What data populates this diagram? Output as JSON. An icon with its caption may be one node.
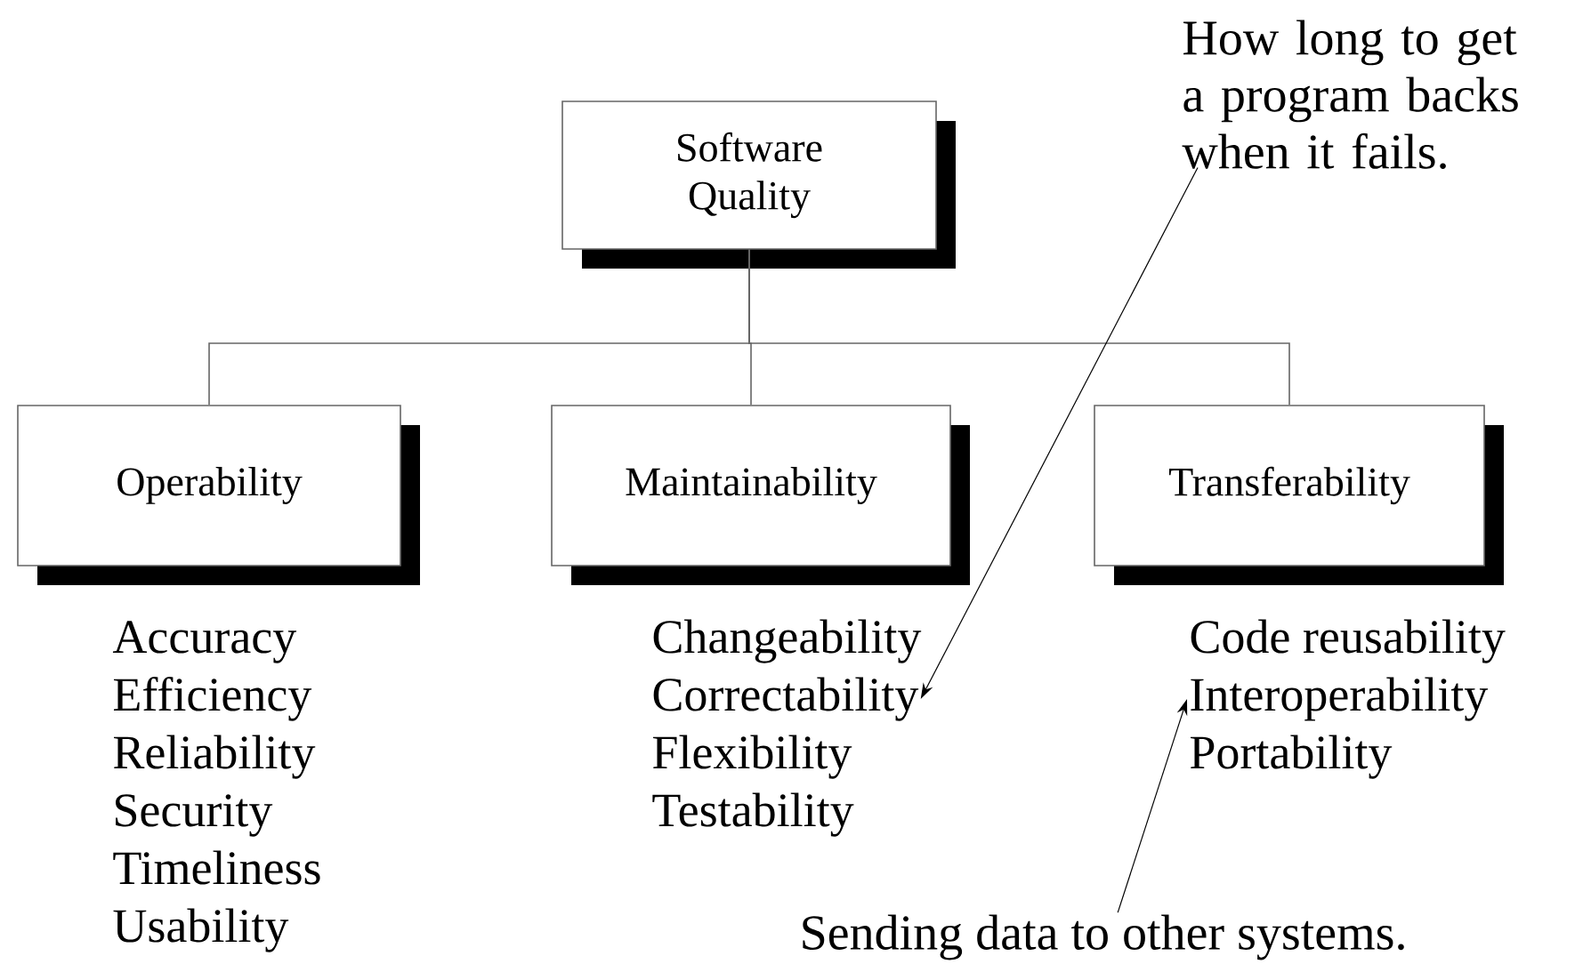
{
  "diagram": {
    "nodes": [
      {
        "text": [
          "Software Quality"
        ]
      },
      {
        "text": [
          "Operability"
        ]
      },
      {
        "text": [
          "Maintainability"
        ]
      },
      {
        "text": [
          "Transferability"
        ]
      },
      {
        "text": [
          "Accuracy"
        ]
      },
      {
        "text": [
          "Efficiency"
        ]
      },
      {
        "text": [
          "Reliability"
        ]
      },
      {
        "text": [
          "Security"
        ]
      },
      {
        "text": [
          "Timeliness"
        ]
      },
      {
        "text": [
          "Usability"
        ]
      },
      {
        "text": [
          "Changeability"
        ]
      },
      {
        "text": [
          "Correctability"
        ]
      },
      {
        "text": [
          "Flexibility"
        ]
      },
      {
        "text": [
          "Testability"
        ]
      },
      {
        "text": [
          "Code reusability"
        ]
      },
      {
        "text": [
          "Interoperability"
        ]
      },
      {
        "text": [
          "Portability"
        ]
      },
      {
        "text": [
          "How long to get a program backs when it fails."
        ]
      },
      {
        "text": [
          "Sending data to other systems."
        ]
      }
    ],
    "edges": [
      {
        "from": 0,
        "to": 1,
        "arrow": "none"
      },
      {
        "from": 0,
        "to": 2,
        "arrow": "none"
      },
      {
        "from": 0,
        "to": 3,
        "arrow": "none"
      },
      {
        "from": 17,
        "to": 11,
        "arrow": "to",
        "color": "#000000"
      },
      {
        "from": 18,
        "to": 15,
        "arrow": "to",
        "color": "#000000"
      }
    ]
  }
}
